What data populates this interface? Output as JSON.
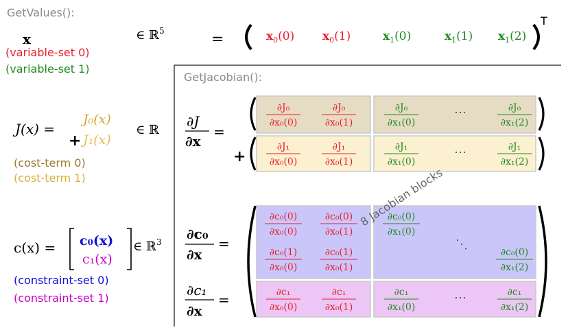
{
  "colors": {
    "gray": "#8a8a8a",
    "red": "#e8202e",
    "green": "#1f8a1f",
    "olive": "#9a7b2b",
    "gold": "#d8b03a",
    "blue": "#1010d8",
    "magenta": "#c800c8",
    "row_cost0": "#e6dcc4",
    "row_cost1": "#fbf0cf",
    "row_con0": "#cbc6fa",
    "row_con1": "#ecc6f4"
  },
  "headers": {
    "get_values": "GetValues():",
    "get_jacobian": "GetJacobian():"
  },
  "x_def": {
    "symbol": "x",
    "member": "∈ ℝ",
    "dim": "5",
    "equals": "=",
    "entries": [
      {
        "base": "x",
        "sub": "0",
        "arg": "(0)",
        "color": "red"
      },
      {
        "base": "x",
        "sub": "0",
        "arg": "(1)",
        "color": "red"
      },
      {
        "base": "x",
        "sub": "1",
        "arg": "(0)",
        "color": "green"
      },
      {
        "base": "x",
        "sub": "1",
        "arg": "(1)",
        "color": "green"
      },
      {
        "base": "x",
        "sub": "1",
        "arg": "(2)",
        "color": "green"
      }
    ],
    "transpose": "T",
    "labels": [
      "(variable-set 0)",
      "(variable-set 1)"
    ]
  },
  "cost_def": {
    "lhs": "J(x) =",
    "terms": [
      "J₀(x)",
      "J₁(x)"
    ],
    "plus": "+",
    "member": "∈ ℝ",
    "labels": [
      "(cost-term 0)",
      "(cost-term 1)"
    ]
  },
  "constraint_def": {
    "lhs": "c(x) =",
    "terms": [
      "c₀(x)",
      "c₁(x)"
    ],
    "member": "∈ ℝ",
    "dim": "3",
    "labels": [
      "(constraint-set 0)",
      "(constraint-set 1)"
    ]
  },
  "jacobian": {
    "cost_lhs": {
      "num": "∂J",
      "den": "∂x"
    },
    "con0_lhs": {
      "num": "∂c₀",
      "den": "∂x"
    },
    "con1_lhs": {
      "num": "∂c₁",
      "den": "∂x"
    },
    "equals": "=",
    "plus": "+",
    "dots": "⋯",
    "ddots": "⋱",
    "blocks_label": "8 Jacobian blocks",
    "cost_rows": [
      {
        "num": "∂J₀",
        "cols": [
          "∂x₀(0)",
          "∂x₀(1)",
          "∂x₁(0)",
          "∂x₁(2)"
        ]
      },
      {
        "num": "∂J₁",
        "cols": [
          "∂x₀(0)",
          "∂x₀(1)",
          "∂x₁(0)",
          "∂x₁(2)"
        ]
      }
    ],
    "con0_rows": [
      {
        "num": "∂c₀(0)",
        "cols": [
          "∂x₀(0)",
          "∂x₀(1)",
          "∂x₁(0)"
        ]
      },
      {
        "num": "∂c₀(1)",
        "cols": [
          "∂x₀(0)",
          "∂x₀(1)"
        ]
      }
    ],
    "con0_last": {
      "num": "∂c₀(0)",
      "den": "∂x₁(2)"
    },
    "con1_row": {
      "num": "∂c₁",
      "cols": [
        "∂x₀(0)",
        "∂x₀(1)",
        "∂x₁(0)",
        "∂x₁(2)"
      ]
    }
  }
}
